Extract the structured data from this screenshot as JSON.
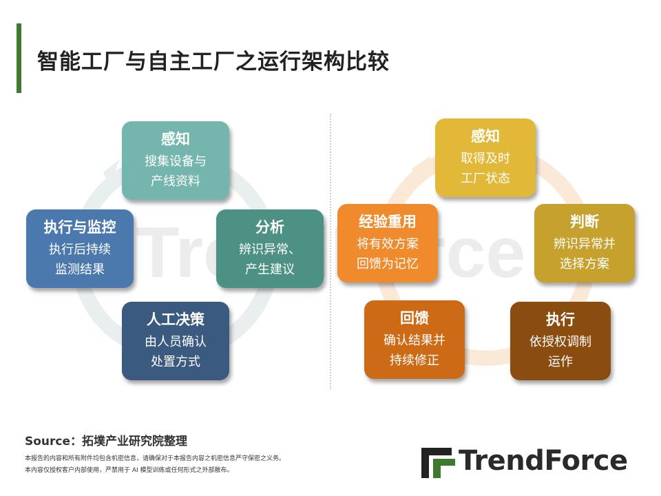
{
  "title": "智能工厂与自主工厂之运行架构比较",
  "watermark": "TrendForce",
  "left": {
    "perceive": {
      "head": "感知",
      "line1": "搜集设备与",
      "line2": "产线资料"
    },
    "analyze": {
      "head": "分析",
      "line1": "辨识异常、",
      "line2": "产生建议"
    },
    "decide": {
      "head": "人工决策",
      "line1": "由人员确认",
      "line2": "处置方式"
    },
    "execute": {
      "head": "执行与监控",
      "line1": "执行后持续",
      "line2": "监测结果"
    }
  },
  "right": {
    "perceive": {
      "head": "感知",
      "line1": "取得及时",
      "line2": "工厂状态"
    },
    "judge": {
      "head": "判断",
      "line1": "辨识异常并",
      "line2": "选择方案"
    },
    "execute": {
      "head": "执行",
      "line1": "依授权调制",
      "line2": "运作"
    },
    "feedback": {
      "head": "回馈",
      "line1": "确认结果并",
      "line2": "持续修正"
    },
    "reuse": {
      "head": "经验重用",
      "line1": "将有效方案",
      "line2": "回馈为记忆"
    }
  },
  "colors": {
    "teal_light": "#74b6ad",
    "teal": "#4d9184",
    "blue": "#4b78ad",
    "navy": "#3b5a80",
    "yellow": "#e2b838",
    "olive": "#c6a12e",
    "brown": "#8a4c0f",
    "orange_dark": "#cc6a16",
    "orange": "#ef8a2d",
    "brand_green": "#3d7a2b"
  },
  "footer": {
    "source": "Source：拓墣产业研究院整理",
    "note1": "本报告的内容和所有附件均包含机密信息，请确保对于本报告内容之机密信息严守保密之义务。",
    "note2": "本内容仅授权客户内部使用，严禁用于 AI 模型训练或任何形式之外部散布。",
    "logo_text": "TrendForce"
  }
}
